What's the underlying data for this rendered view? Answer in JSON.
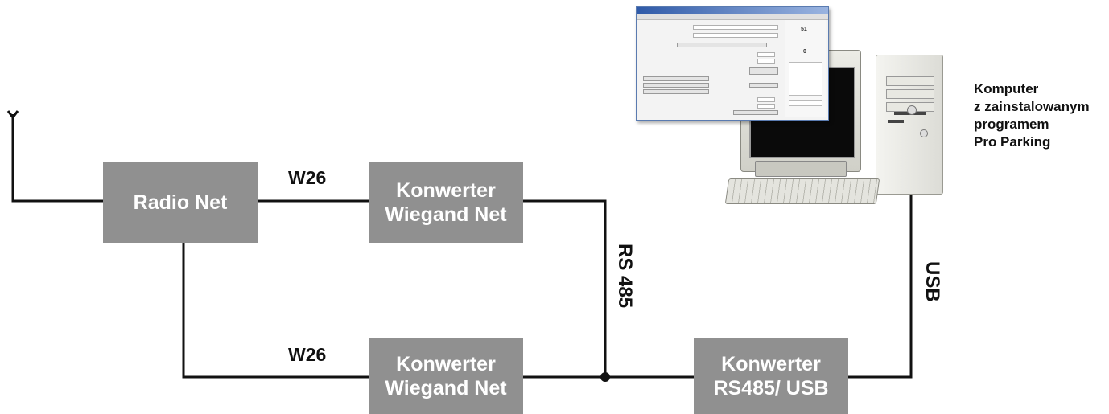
{
  "boxes": {
    "radio_net": "Radio Net",
    "konwerter_wiegand_top": [
      "Konwerter",
      "Wiegand Net"
    ],
    "konwerter_wiegand_bottom": [
      "Konwerter",
      "Wiegand Net"
    ],
    "konwerter_rs485_usb": [
      "Konwerter",
      "RS485/ USB"
    ]
  },
  "links": {
    "w26_top": "W26",
    "w26_bottom": "W26",
    "rs485": "RS 485",
    "usb": "USB"
  },
  "computer_caption": [
    "Komputer",
    "z zainstalowanym",
    "programem",
    "Pro Parking"
  ],
  "software_window": {
    "counter_top": "51",
    "counter_bottom": "0"
  },
  "colors": {
    "box_fill": "#909090",
    "box_text": "#ffffff",
    "wire": "#111111"
  }
}
